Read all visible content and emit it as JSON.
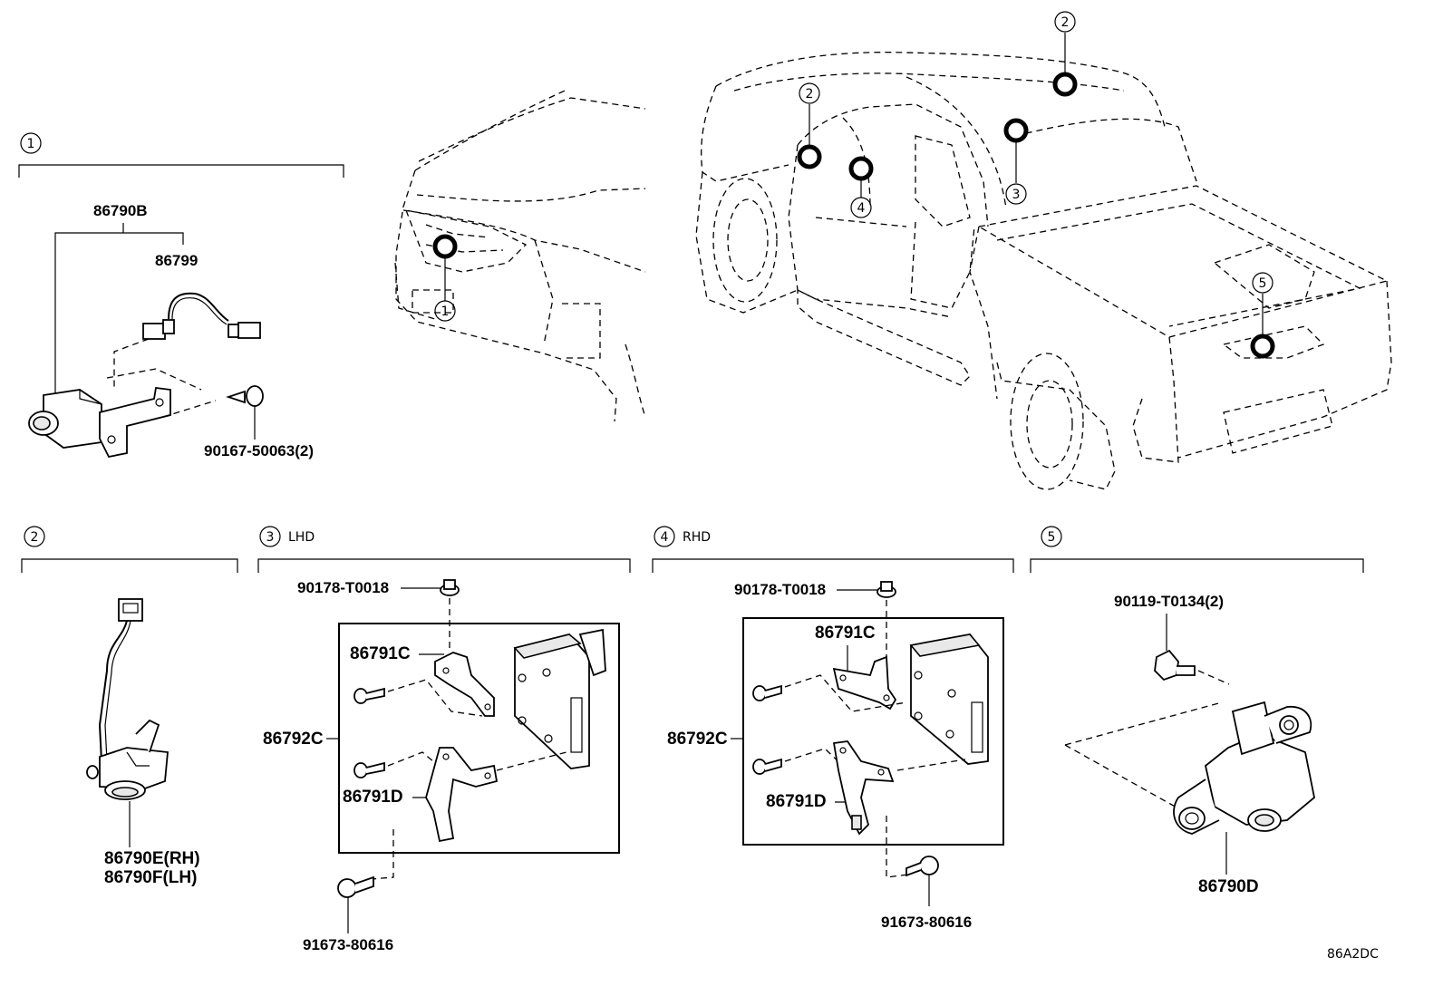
{
  "diagram_code": "86A2DC",
  "sections": [
    {
      "id": "1",
      "num": "1",
      "suffix": ""
    },
    {
      "id": "2",
      "num": "2",
      "suffix": ""
    },
    {
      "id": "3",
      "num": "3",
      "suffix": "LHD"
    },
    {
      "id": "4",
      "num": "4",
      "suffix": "RHD"
    },
    {
      "id": "5",
      "num": "5",
      "suffix": ""
    }
  ],
  "vehicle_callouts": [
    "1",
    "2",
    "2",
    "3",
    "4",
    "5"
  ],
  "parts": {
    "s1": {
      "assembly": "86790B",
      "harness": "86799",
      "screw": "90167-50063(2)"
    },
    "s2": {
      "camera_rh": "86790E(RH)",
      "camera_lh": "86790F(LH)"
    },
    "s3": {
      "nut": "90178-T0018",
      "bracket_c": "86791C",
      "computer": "86792C",
      "bracket_d": "86791D",
      "bolt": "91673-80616"
    },
    "s4": {
      "nut": "90178-T0018",
      "bracket_c": "86791C",
      "computer": "86792C",
      "bracket_d": "86791D",
      "bolt": "91673-80616"
    },
    "s5": {
      "bolt": "90119-T0134(2)",
      "camera": "86790D"
    }
  }
}
